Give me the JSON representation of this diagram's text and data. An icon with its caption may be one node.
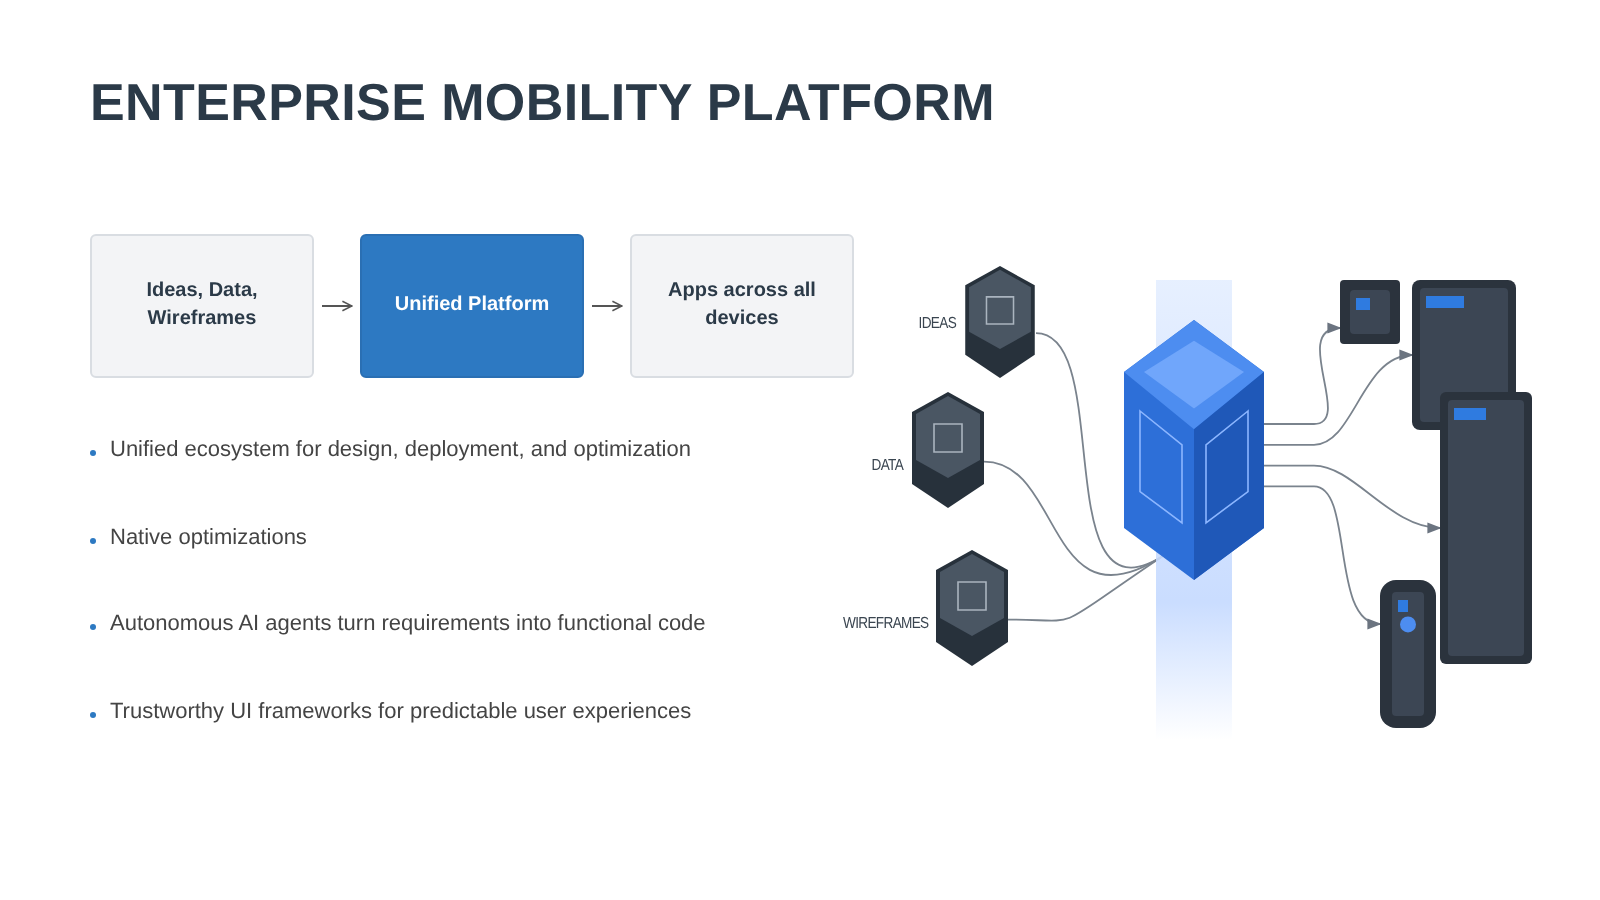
{
  "diagram": {
    "title": "ENTERPRISE MOBILITY PLATFORM",
    "nodes": [
      {
        "text": [
          "Ideas, Data, Wireframes"
        ]
      },
      {
        "text": [
          "Unified Platform"
        ]
      },
      {
        "text": [
          "Apps across all devices"
        ]
      },
      {
        "text": [
          "IDEAS"
        ]
      },
      {
        "text": [
          "DATA"
        ]
      },
      {
        "text": [
          "WIREFRAMES"
        ]
      },
      {
        "text": [],
        "shape": "cube"
      },
      {
        "text": [],
        "shape": "picture"
      },
      {
        "text": [],
        "shape": "picture"
      },
      {
        "text": [],
        "shape": "picture"
      },
      {
        "text": [],
        "shape": "picture"
      }
    ],
    "edges": [
      {
        "from": 0,
        "to": 1,
        "arrow": "to"
      },
      {
        "from": 1,
        "to": 2,
        "arrow": "to"
      },
      {
        "from": 3,
        "to": 6,
        "arrow": "none"
      },
      {
        "from": 4,
        "to": 6,
        "arrow": "none"
      },
      {
        "from": 5,
        "to": 6,
        "arrow": "none"
      },
      {
        "from": 6,
        "to": 7,
        "arrow": "to"
      },
      {
        "from": 6,
        "to": 8,
        "arrow": "to"
      },
      {
        "from": 6,
        "to": 9,
        "arrow": "to"
      },
      {
        "from": 6,
        "to": 10,
        "arrow": "to"
      }
    ],
    "labels": [
      "Unified ecosystem for design, deployment, and optimization",
      "Native optimizations",
      "Autonomous AI agents turn requirements into functional code",
      "Trustworthy UI frameworks for predictable user experiences"
    ]
  }
}
